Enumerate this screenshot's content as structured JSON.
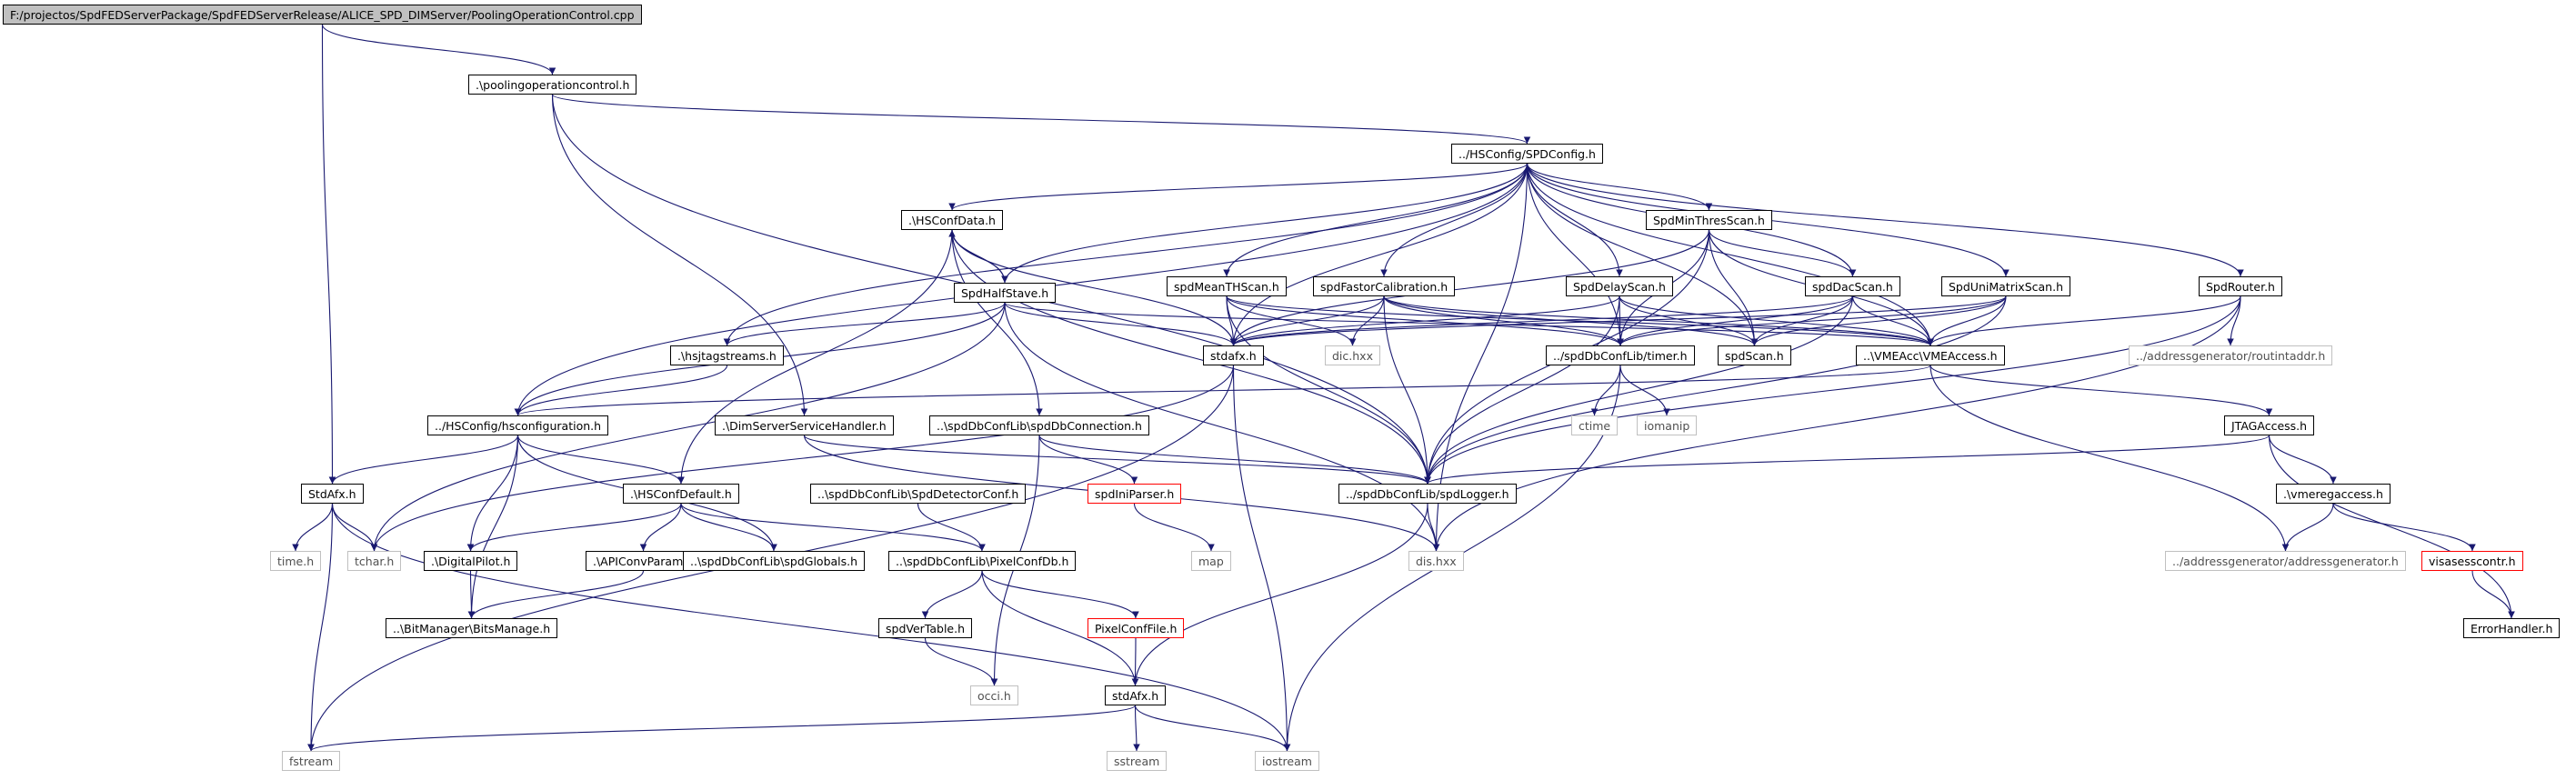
{
  "graph": {
    "root": "F:/projectos/SpdFEDServerPackage/SpdFEDServerRelease/ALICE_SPD_DIMServer/PoolingOperationControl.cpp",
    "colors": {
      "edge": "#191970",
      "node_border": "#000000",
      "system_header_border": "#c0c0c0",
      "truncated_border": "#ff0000",
      "root_fill": "#c0c0c0"
    },
    "nodes": [
      {
        "id": "root",
        "label": "F:/projectos/SpdFEDServerPackage/SpdFEDServerRelease/ALICE_SPD_DIMServer/PoolingOperationControl.cpp",
        "kind": "root"
      },
      {
        "id": "pooling",
        "label": ".\\poolingoperationcontrol.h",
        "kind": "file"
      },
      {
        "id": "spdconfig",
        "label": "../HSConfig/SPDConfig.h",
        "kind": "file"
      },
      {
        "id": "hsconfdata",
        "label": ".\\HSConfData.h",
        "kind": "file"
      },
      {
        "id": "spdminthres",
        "label": "SpdMinThresScan.h",
        "kind": "file"
      },
      {
        "id": "spdhalfstave",
        "label": "SpdHalfStave.h",
        "kind": "file"
      },
      {
        "id": "spdmeanth",
        "label": "spdMeanTHScan.h",
        "kind": "file"
      },
      {
        "id": "spdfastor",
        "label": "spdFastorCalibration.h",
        "kind": "file"
      },
      {
        "id": "spddelay",
        "label": "SpdDelayScan.h",
        "kind": "file"
      },
      {
        "id": "spddac",
        "label": "spdDacScan.h",
        "kind": "file"
      },
      {
        "id": "spdunimatrix",
        "label": "SpdUniMatrixScan.h",
        "kind": "file"
      },
      {
        "id": "spdrouter",
        "label": "SpdRouter.h",
        "kind": "file"
      },
      {
        "id": "hsjtag",
        "label": ".\\hsjtagstreams.h",
        "kind": "file"
      },
      {
        "id": "stdafx_lc",
        "label": "stdafx.h",
        "kind": "file"
      },
      {
        "id": "dichxx",
        "label": "dic.hxx",
        "kind": "system"
      },
      {
        "id": "timer",
        "label": "../spdDbConfLib/timer.h",
        "kind": "file"
      },
      {
        "id": "spdscan",
        "label": "spdScan.h",
        "kind": "file"
      },
      {
        "id": "vmeaccess",
        "label": "..\\VMEAcc\\VMEAccess.h",
        "kind": "file"
      },
      {
        "id": "routintaddr",
        "label": "../addressgenerator/routintaddr.h",
        "kind": "system"
      },
      {
        "id": "hsconfiguration",
        "label": "../HSConfig/hsconfiguration.h",
        "kind": "file"
      },
      {
        "id": "dimservice",
        "label": ".\\DimServerServiceHandler.h",
        "kind": "file"
      },
      {
        "id": "spddbconn",
        "label": "..\\spdDbConfLib\\spdDbConnection.h",
        "kind": "file"
      },
      {
        "id": "ctime",
        "label": "ctime",
        "kind": "system"
      },
      {
        "id": "iomanip",
        "label": "iomanip",
        "kind": "system"
      },
      {
        "id": "jtagaccess",
        "label": "JTAGAccess.h",
        "kind": "file"
      },
      {
        "id": "stdafx_uc",
        "label": "StdAfx.h",
        "kind": "file"
      },
      {
        "id": "hsconfdefault",
        "label": ".\\HSConfDefault.h",
        "kind": "file"
      },
      {
        "id": "spdiniparser",
        "label": "spdIniParser.h",
        "kind": "truncated"
      },
      {
        "id": "spddetconf",
        "label": "..\\spdDbConfLib\\SpdDetectorConf.h",
        "kind": "file"
      },
      {
        "id": "spdlogger",
        "label": "../spdDbConfLib/spdLogger.h",
        "kind": "file"
      },
      {
        "id": "vmeregaccess",
        "label": ".\\vmeregaccess.h",
        "kind": "file"
      },
      {
        "id": "timeh",
        "label": "time.h",
        "kind": "system"
      },
      {
        "id": "tcharh",
        "label": "tchar.h",
        "kind": "system"
      },
      {
        "id": "digitalpilot",
        "label": ".\\DigitalPilot.h",
        "kind": "file"
      },
      {
        "id": "apiconvparam",
        "label": ".\\APIConvParam.h",
        "kind": "file"
      },
      {
        "id": "spdglobals",
        "label": "..\\spdDbConfLib\\spdGlobals.h",
        "kind": "file"
      },
      {
        "id": "pixelconfdb",
        "label": "..\\spdDbConfLib\\PixelConfDb.h",
        "kind": "file"
      },
      {
        "id": "maph",
        "label": "map",
        "kind": "system"
      },
      {
        "id": "dishxx",
        "label": "dis.hxx",
        "kind": "system"
      },
      {
        "id": "addrgen",
        "label": "../addressgenerator/addressgenerator.h",
        "kind": "system"
      },
      {
        "id": "visasess",
        "label": "visasesscontr.h",
        "kind": "truncated"
      },
      {
        "id": "bitsmanage",
        "label": "..\\BitManager\\BitsManage.h",
        "kind": "file"
      },
      {
        "id": "spdvertable",
        "label": "spdVerTable.h",
        "kind": "file"
      },
      {
        "id": "pixelconffile",
        "label": "PixelConfFile.h",
        "kind": "truncated"
      },
      {
        "id": "errorhandler",
        "label": "ErrorHandler.h",
        "kind": "file"
      },
      {
        "id": "occih",
        "label": "occi.h",
        "kind": "system"
      },
      {
        "id": "stdafx_lc2",
        "label": "stdAfx.h",
        "kind": "file"
      },
      {
        "id": "fstream",
        "label": "fstream",
        "kind": "system"
      },
      {
        "id": "sstream",
        "label": "sstream",
        "kind": "system"
      },
      {
        "id": "iostream",
        "label": "iostream",
        "kind": "system"
      }
    ],
    "edges": [
      [
        "root",
        "pooling"
      ],
      [
        "root",
        "stdafx_uc"
      ],
      [
        "pooling",
        "spdconfig"
      ],
      [
        "pooling",
        "dimservice"
      ],
      [
        "pooling",
        "spdlogger"
      ],
      [
        "spdconfig",
        "hsconfdata"
      ],
      [
        "spdconfig",
        "spdminthres"
      ],
      [
        "spdconfig",
        "spdhalfstave"
      ],
      [
        "spdconfig",
        "spdmeanth"
      ],
      [
        "spdconfig",
        "spdfastor"
      ],
      [
        "spdconfig",
        "spddelay"
      ],
      [
        "spdconfig",
        "spddac"
      ],
      [
        "spdconfig",
        "spdunimatrix"
      ],
      [
        "spdconfig",
        "spdrouter"
      ],
      [
        "spdconfig",
        "hsjtag"
      ],
      [
        "spdconfig",
        "hsconfiguration"
      ],
      [
        "spdconfig",
        "stdafx_lc"
      ],
      [
        "spdconfig",
        "timer"
      ],
      [
        "spdconfig",
        "spdscan"
      ],
      [
        "spdconfig",
        "vmeaccess"
      ],
      [
        "spdconfig",
        "dishxx"
      ],
      [
        "hsconfdata",
        "spdhalfstave"
      ],
      [
        "spdhalfstave",
        "hsconfdata"
      ],
      [
        "hsconfdata",
        "stdafx_lc"
      ],
      [
        "hsconfdata",
        "spddbconn"
      ],
      [
        "hsconfdata",
        "hsconfdefault"
      ],
      [
        "hsconfdata",
        "spdlogger"
      ],
      [
        "spdhalfstave",
        "hsjtag"
      ],
      [
        "spdhalfstave",
        "stdafx_lc"
      ],
      [
        "spdhalfstave",
        "vmeaccess"
      ],
      [
        "spdhalfstave",
        "hsconfiguration"
      ],
      [
        "spdhalfstave",
        "tcharh"
      ],
      [
        "spdhalfstave",
        "dishxx"
      ],
      [
        "spdminthres",
        "spddac"
      ],
      [
        "spdminthres",
        "stdafx_lc"
      ],
      [
        "spdminthres",
        "timer"
      ],
      [
        "spdminthres",
        "spdscan"
      ],
      [
        "spdminthres",
        "vmeaccess"
      ],
      [
        "spdminthres",
        "spdlogger"
      ],
      [
        "spdmeanth",
        "stdafx_lc"
      ],
      [
        "spdmeanth",
        "dichxx"
      ],
      [
        "spdmeanth",
        "timer"
      ],
      [
        "spdmeanth",
        "vmeaccess"
      ],
      [
        "spdmeanth",
        "spdlogger"
      ],
      [
        "spdfastor",
        "stdafx_lc"
      ],
      [
        "spdfastor",
        "dichxx"
      ],
      [
        "spdfastor",
        "timer"
      ],
      [
        "spdfastor",
        "spdscan"
      ],
      [
        "spdfastor",
        "vmeaccess"
      ],
      [
        "spdfastor",
        "spdlogger"
      ],
      [
        "spddelay",
        "stdafx_lc"
      ],
      [
        "spddelay",
        "timer"
      ],
      [
        "spddelay",
        "spdscan"
      ],
      [
        "spddelay",
        "vmeaccess"
      ],
      [
        "spddelay",
        "spdlogger"
      ],
      [
        "spddac",
        "stdafx_lc"
      ],
      [
        "spddac",
        "timer"
      ],
      [
        "spddac",
        "spdscan"
      ],
      [
        "spddac",
        "vmeaccess"
      ],
      [
        "spddac",
        "spdlogger"
      ],
      [
        "spdunimatrix",
        "stdafx_lc"
      ],
      [
        "spdunimatrix",
        "timer"
      ],
      [
        "spdunimatrix",
        "spdscan"
      ],
      [
        "spdunimatrix",
        "vmeaccess"
      ],
      [
        "spdunimatrix",
        "spdlogger"
      ],
      [
        "spdrouter",
        "routintaddr"
      ],
      [
        "spdrouter",
        "vmeaccess"
      ],
      [
        "spdrouter",
        "spdlogger"
      ],
      [
        "spdrouter",
        "dishxx"
      ],
      [
        "hsjtag",
        "hsconfiguration"
      ],
      [
        "stdafx_lc",
        "iostream"
      ],
      [
        "stdafx_lc",
        "fstream"
      ],
      [
        "stdafx_lc",
        "tcharh"
      ],
      [
        "timer",
        "ctime"
      ],
      [
        "timer",
        "iomanip"
      ],
      [
        "timer",
        "iostream"
      ],
      [
        "vmeaccess",
        "jtagaccess"
      ],
      [
        "vmeaccess",
        "addrgen"
      ],
      [
        "vmeaccess",
        "hsconfiguration"
      ],
      [
        "hsconfiguration",
        "stdafx_uc"
      ],
      [
        "hsconfiguration",
        "hsconfdefault"
      ],
      [
        "hsconfiguration",
        "digitalpilot"
      ],
      [
        "hsconfiguration",
        "spdglobals"
      ],
      [
        "hsconfiguration",
        "bitsmanage"
      ],
      [
        "dimservice",
        "spdlogger"
      ],
      [
        "dimservice",
        "dishxx"
      ],
      [
        "spddbconn",
        "spdiniparser"
      ],
      [
        "spddbconn",
        "occih"
      ],
      [
        "spddbconn",
        "spdlogger"
      ],
      [
        "spdiniparser",
        "maph"
      ],
      [
        "jtagaccess",
        "vmeregaccess"
      ],
      [
        "jtagaccess",
        "errorhandler"
      ],
      [
        "jtagaccess",
        "spdlogger"
      ],
      [
        "stdafx_uc",
        "timeh"
      ],
      [
        "stdafx_uc",
        "tcharh"
      ],
      [
        "stdafx_uc",
        "fstream"
      ],
      [
        "stdafx_uc",
        "iostream"
      ],
      [
        "hsconfdefault",
        "digitalpilot"
      ],
      [
        "hsconfdefault",
        "apiconvparam"
      ],
      [
        "hsconfdefault",
        "spdglobals"
      ],
      [
        "hsconfdefault",
        "pixelconfdb"
      ],
      [
        "spddetconf",
        "pixelconfdb"
      ],
      [
        "spdlogger",
        "dishxx"
      ],
      [
        "spdlogger",
        "stdafx_lc2"
      ],
      [
        "vmeregaccess",
        "addrgen"
      ],
      [
        "vmeregaccess",
        "visasess"
      ],
      [
        "digitalpilot",
        "bitsmanage"
      ],
      [
        "apiconvparam",
        "bitsmanage"
      ],
      [
        "pixelconfdb",
        "spdvertable"
      ],
      [
        "pixelconfdb",
        "pixelconffile"
      ],
      [
        "pixelconfdb",
        "stdafx_lc2"
      ],
      [
        "spdvertable",
        "occih"
      ],
      [
        "pixelconffile",
        "stdafx_lc2"
      ],
      [
        "visasess",
        "errorhandler"
      ],
      [
        "stdafx_lc2",
        "fstream"
      ],
      [
        "stdafx_lc2",
        "sstream"
      ],
      [
        "stdafx_lc2",
        "iostream"
      ]
    ]
  }
}
